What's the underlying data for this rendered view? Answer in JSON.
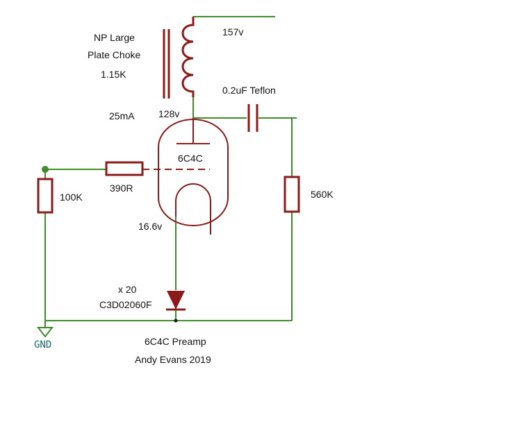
{
  "labels": {
    "choke_line1": "NP Large",
    "choke_line2": "Plate Choke",
    "choke_value": "1.15K",
    "supply_voltage": "157v",
    "plate_current": "25mA",
    "plate_voltage": "128v",
    "coupling_cap": "0.2uF Teflon",
    "tube": "6C4C",
    "grid_resistor": "390R",
    "input_resistor": "100K",
    "output_resistor": "560K",
    "cathode_voltage": "16.6v",
    "diode_count": "x 20",
    "diode_part": "C3D02060F",
    "ground": "GND",
    "title": "6C4C Preamp",
    "author": "Andy Evans 2019"
  },
  "colors": {
    "wire": "#3d8c2a",
    "component": "#8b1a1a",
    "text": "#111111",
    "ground_label": "#1d6a6a"
  }
}
